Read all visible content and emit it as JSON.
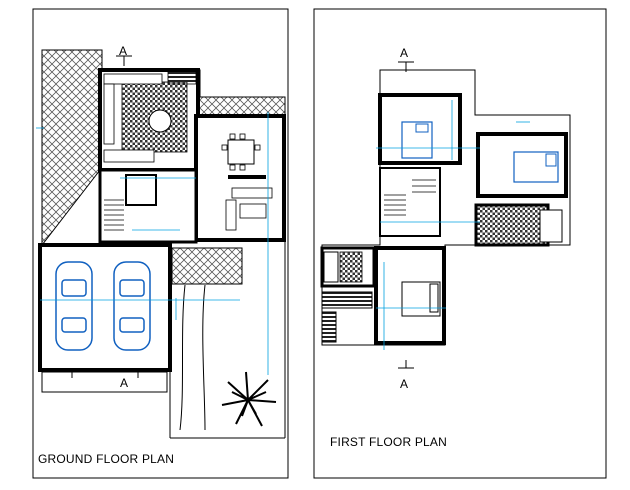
{
  "ground_floor": {
    "title": "GROUND FLOOR PLAN",
    "section_marker_top": "A",
    "section_marker_bottom": "A"
  },
  "first_floor": {
    "title": "FIRST FLOOR PLAN",
    "section_marker_top": "A",
    "section_marker_bottom": "A"
  },
  "colors": {
    "line": "#000000",
    "dimension": "#00a0e0",
    "hatch": "#555555"
  }
}
